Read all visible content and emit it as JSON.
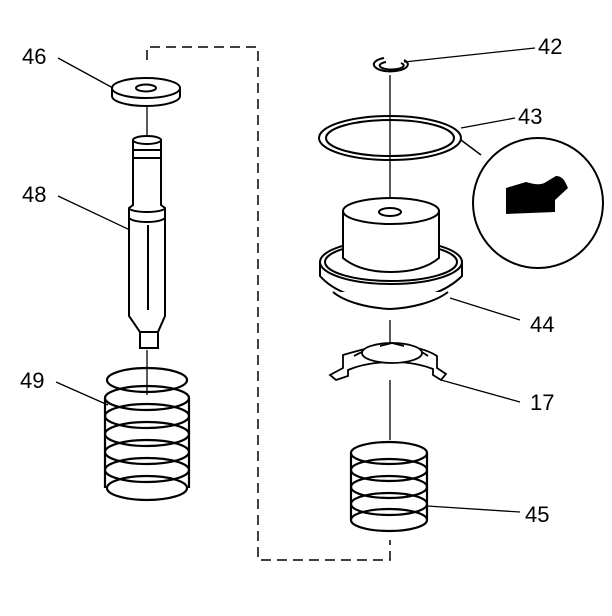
{
  "callouts": {
    "c46": "46",
    "c48": "48",
    "c49": "49",
    "c42": "42",
    "c43": "43",
    "c44": "44",
    "c17": "17",
    "c45": "45"
  },
  "colors": {
    "line": "#000000",
    "background": "#ffffff"
  }
}
